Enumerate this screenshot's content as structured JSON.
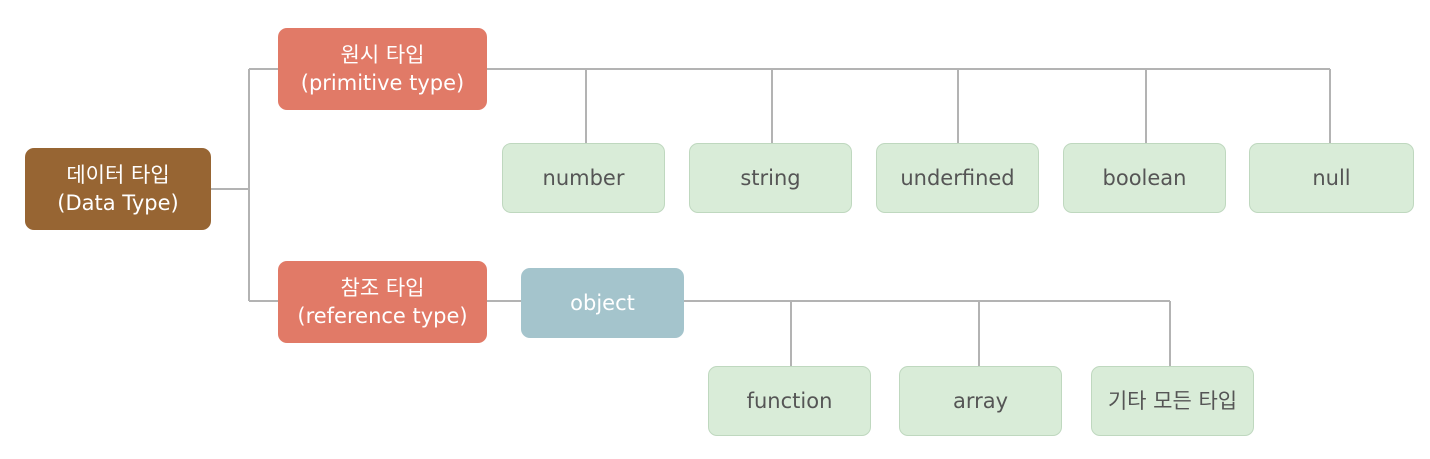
{
  "root": {
    "line1": "데이터 타입",
    "line2": "(Data Type)"
  },
  "primitive": {
    "line1": "원시 타입",
    "line2": "(primitive type)",
    "children": [
      "number",
      "string",
      "underfined",
      "boolean",
      "null"
    ]
  },
  "reference": {
    "line1": "참조 타입",
    "line2": "(reference type)",
    "object_label": "object",
    "children": [
      "function",
      "array",
      "기타 모든 타입"
    ]
  },
  "colors": {
    "root": "#976533",
    "category": "#e17a67",
    "object": "#a4c4cc",
    "leaf": "#d9ecd8",
    "connector": "#b3b3b3"
  }
}
